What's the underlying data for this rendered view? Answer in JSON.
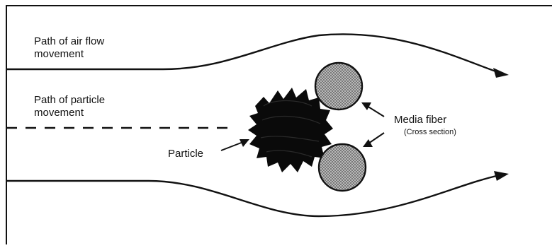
{
  "labels": {
    "air_flow_line1": "Path of air flow",
    "air_flow_line2": "movement",
    "particle_path_line1": "Path of particle",
    "particle_path_line2": "movement",
    "particle": "Particle",
    "media_fiber": "Media fiber",
    "cross_section": "(Cross section)"
  },
  "colors": {
    "line": "#111111",
    "particle": "#0a0a0a",
    "fiber_fill": "#9a9a9a",
    "background": "#ffffff"
  }
}
